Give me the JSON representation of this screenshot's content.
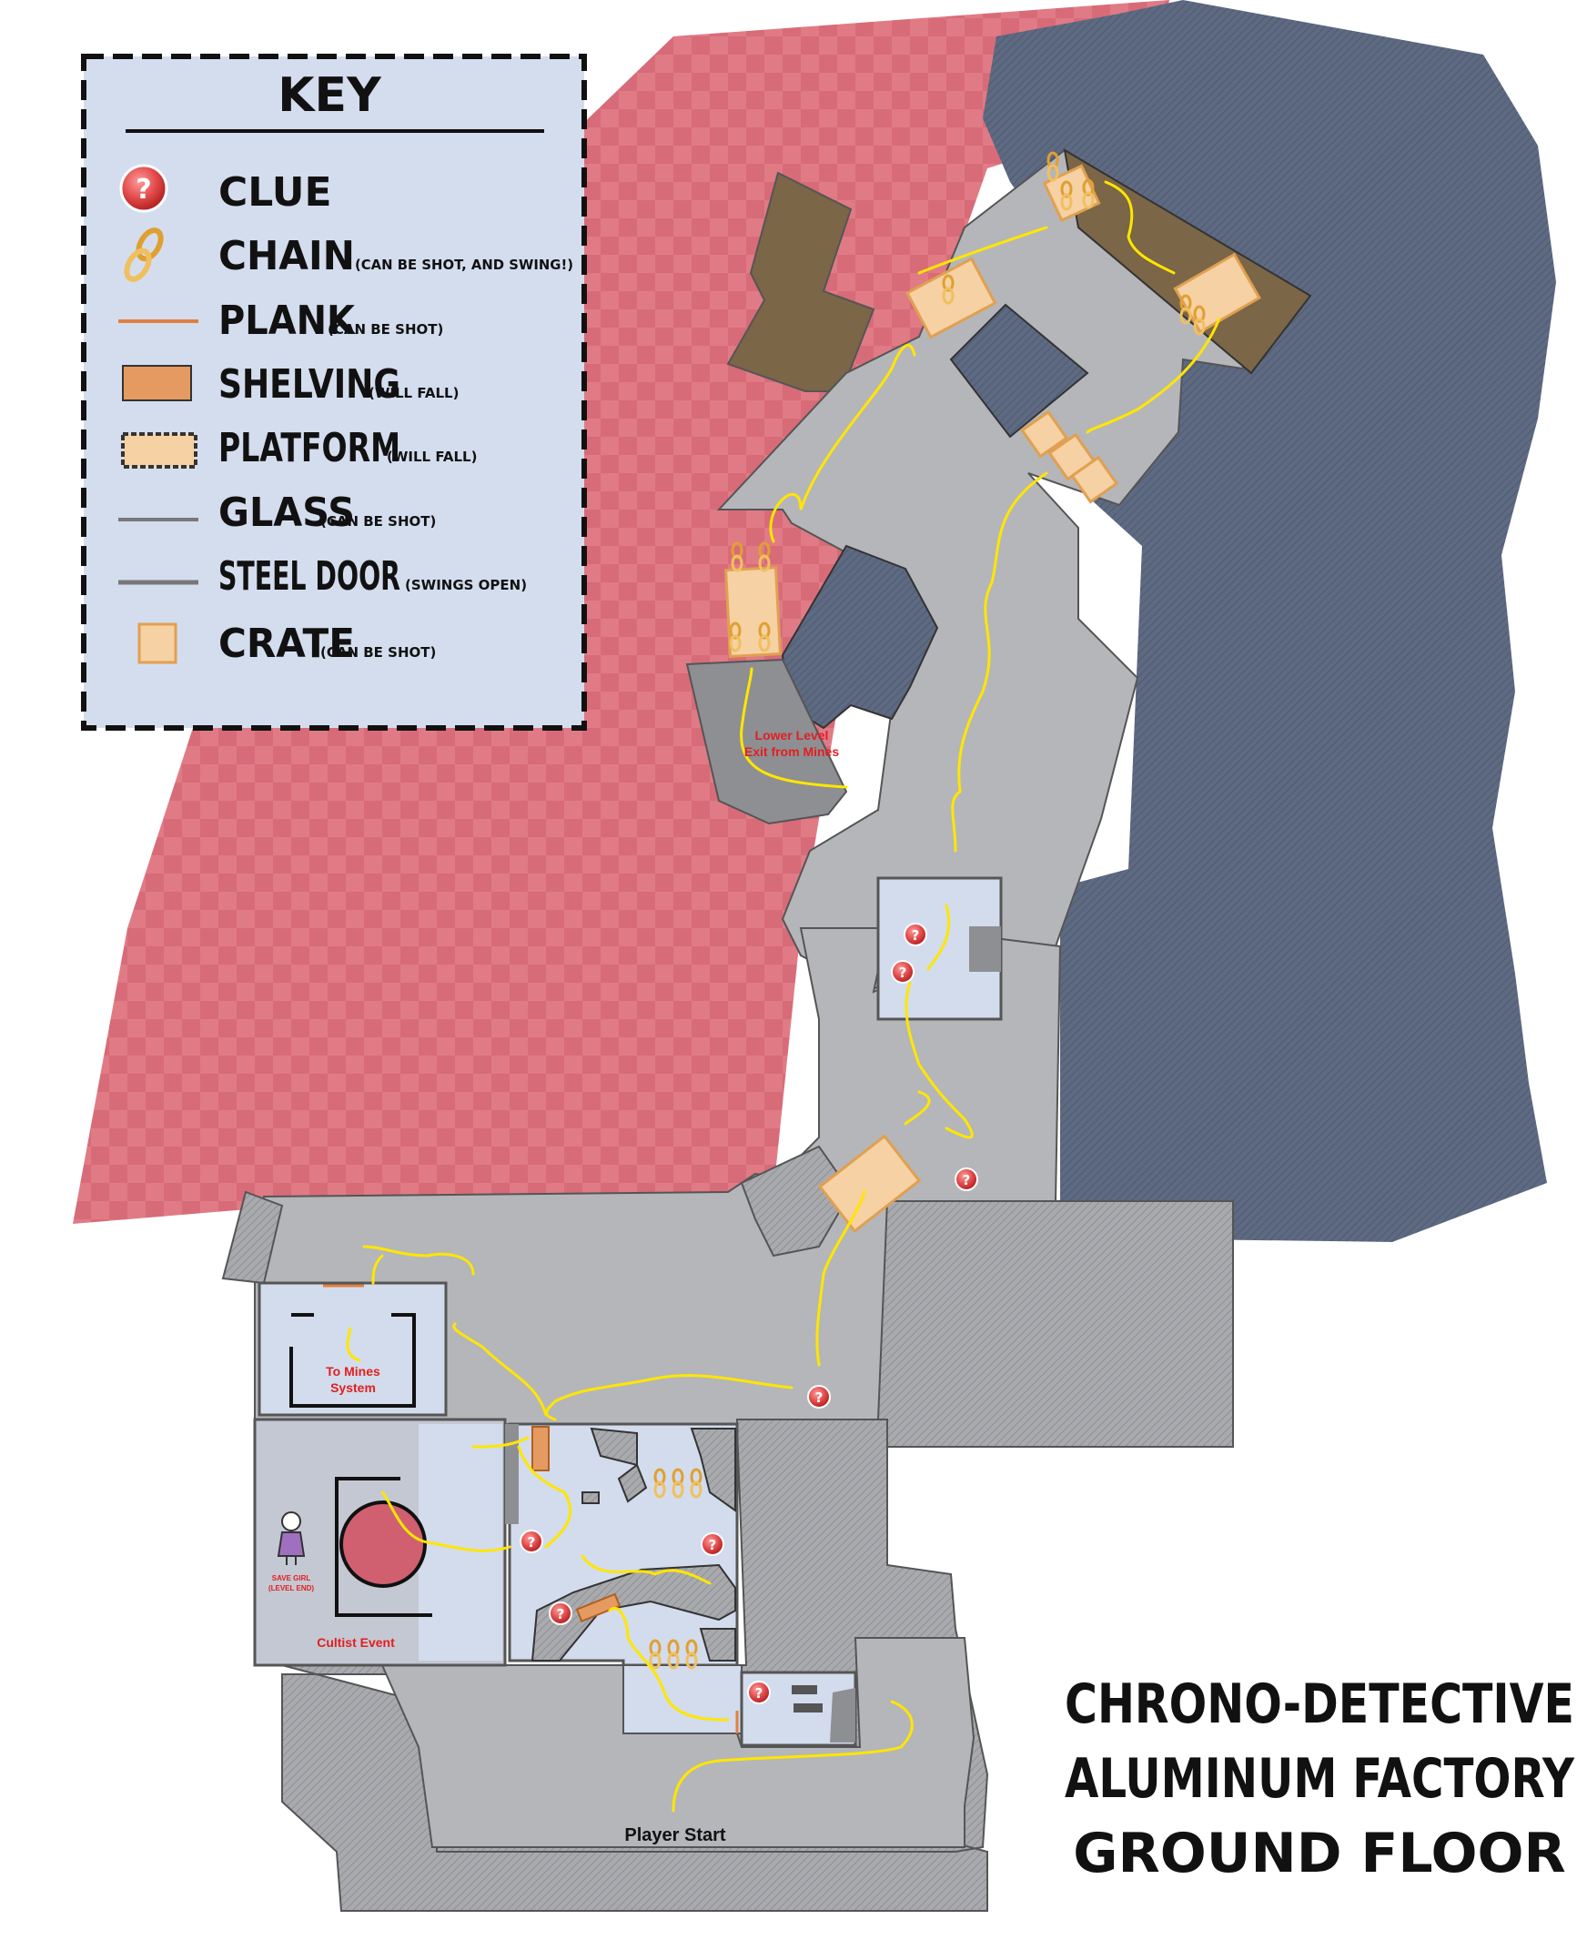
{
  "key": {
    "title": "KEY",
    "items": [
      {
        "id": "clue",
        "label": "CLUE",
        "note": "",
        "icon": "question-icon"
      },
      {
        "id": "chain",
        "label": "CHAIN",
        "note": "(CAN BE SHOT, AND SWING!)",
        "icon": "chain-icon"
      },
      {
        "id": "plank",
        "label": "PLANK",
        "note": "(CAN BE SHOT)",
        "icon": "plank-icon"
      },
      {
        "id": "shelving",
        "label": "SHELVING",
        "note": "(WILL FALL)",
        "icon": "shelving-icon"
      },
      {
        "id": "platform",
        "label": "PLATFORM",
        "note": "(WILL FALL)",
        "icon": "platform-icon"
      },
      {
        "id": "glass",
        "label": "GLASS",
        "note": "(CAN BE SHOT)",
        "icon": "glass-icon"
      },
      {
        "id": "steel_door",
        "label": "STEEL DOOR",
        "note": "(SWINGS OPEN)",
        "icon": "steel-door-icon"
      },
      {
        "id": "crate",
        "label": "CRATE",
        "note": "(CAN BE SHOT)",
        "icon": "crate-icon"
      }
    ]
  },
  "labels": {
    "lower_exit_1": "Lower Level",
    "lower_exit_2": "Exit from Mines",
    "to_mines_1": "To Mines",
    "to_mines_2": "System",
    "save_girl_1": "SAVE GIRL",
    "save_girl_2": "(LEVEL END)",
    "cultist_event": "Cultist Event",
    "player_start": "Player Start"
  },
  "title": {
    "line1": "CHRONO-DETECTIVE",
    "line2": "ALUMINUM FACTORY",
    "line3": "GROUND FLOOR"
  },
  "colors": {
    "red_zone": "#e07884",
    "water": "#5d6980",
    "floor": "#b3b4b8",
    "room": "#d2dcec",
    "path": "#ffe600",
    "brown": "#7b6647",
    "clue_red": "#e05050"
  }
}
